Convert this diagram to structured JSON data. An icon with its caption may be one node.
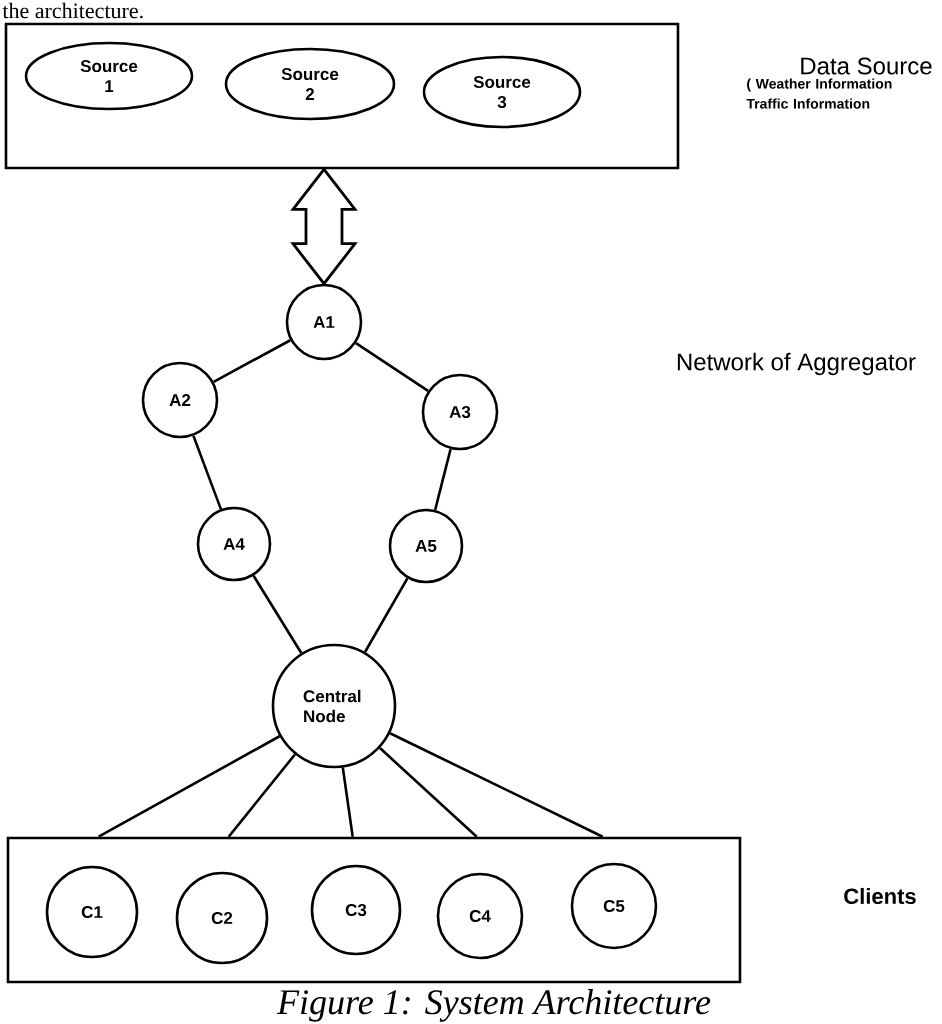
{
  "diagram": {
    "caption": "Figure 1: System Architecture",
    "nodes": [
      {
        "text": [],
        "shape": "box"
      },
      {
        "text": [
          "Source 1"
        ],
        "in": 0
      },
      {
        "text": [
          "Source 2"
        ],
        "in": 0
      },
      {
        "text": [
          "Source 3"
        ],
        "in": 0
      },
      {
        "text": [
          "A1"
        ]
      },
      {
        "text": [
          "A2"
        ]
      },
      {
        "text": [
          "A3"
        ]
      },
      {
        "text": [
          "A4"
        ]
      },
      {
        "text": [
          "A5"
        ]
      },
      {
        "text": [
          "Central Node"
        ]
      },
      {
        "text": [],
        "shape": "box"
      },
      {
        "text": [
          "C1"
        ],
        "in": 10
      },
      {
        "text": [
          "C2"
        ],
        "in": 10
      },
      {
        "text": [
          "C3"
        ],
        "in": 10
      },
      {
        "text": [
          "C4"
        ],
        "in": 10
      },
      {
        "text": [
          "C5"
        ],
        "in": 10
      }
    ],
    "edges": [
      {
        "from": 0,
        "to": 4,
        "arrow": "both",
        "style": "thick"
      },
      {
        "from": 4,
        "to": 5,
        "arrow": "none"
      },
      {
        "from": 4,
        "to": 6,
        "arrow": "none"
      },
      {
        "from": 5,
        "to": 7,
        "arrow": "none"
      },
      {
        "from": 6,
        "to": 8,
        "arrow": "none"
      },
      {
        "from": 7,
        "to": 9,
        "arrow": "none"
      },
      {
        "from": 8,
        "to": 9,
        "arrow": "none"
      },
      {
        "from": 9,
        "to": 10,
        "arrow": "none"
      },
      {
        "from": 9,
        "to": 10,
        "arrow": "none"
      },
      {
        "from": 9,
        "to": 10,
        "arrow": "none"
      },
      {
        "from": 9,
        "to": 10,
        "arrow": "none"
      },
      {
        "from": 9,
        "to": 10,
        "arrow": "none"
      }
    ],
    "labels": [
      "the architecture.",
      "Data Source",
      "( Weather Information Traffic Information",
      "Network of Aggregator",
      "Clients"
    ]
  }
}
